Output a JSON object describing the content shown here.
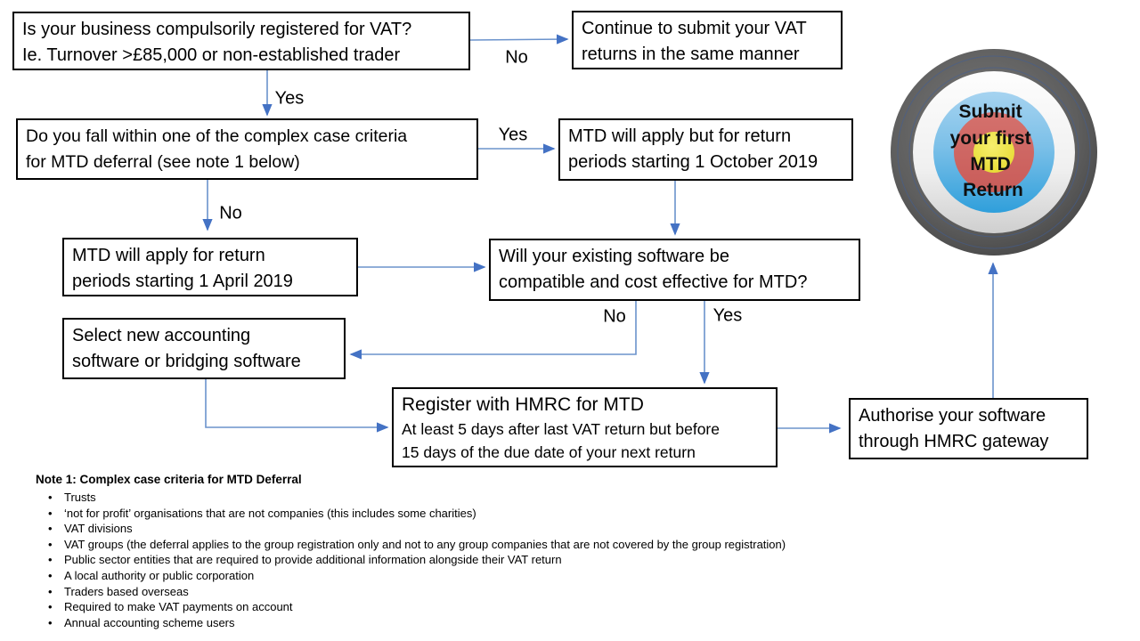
{
  "colors": {
    "line": "#6b93cc",
    "arrowhead": "#4472c4",
    "box_border": "#000000",
    "target_outer_gray": "#595959",
    "target_white_ring": "#ececec",
    "target_blue_top": "#a6d3f0",
    "target_blue_bottom": "#2f9fdb",
    "target_red": "#cd6160",
    "target_yellow": "#eee23f"
  },
  "boxes": {
    "q_vat": {
      "line1": "Is your business compulsorily registered for VAT?",
      "line2": "Ie. Turnover >£85,000 or non-established trader"
    },
    "continue_same": {
      "line1": "Continue to submit your VAT",
      "line2": "returns in the same manner"
    },
    "q_complex": {
      "line1": "Do you fall within one of the complex case criteria",
      "line2": "for MTD deferral (see note 1 below)"
    },
    "mtd_october": {
      "line1": "MTD will apply but for return",
      "line2": "periods starting 1 October 2019"
    },
    "mtd_april": {
      "line1": "MTD will apply for return",
      "line2": "periods starting 1 April 2019"
    },
    "q_software": {
      "line1": "Will your existing software be",
      "line2": "compatible and cost effective for MTD?"
    },
    "select_software": {
      "line1": "Select new accounting",
      "line2": "software or bridging software"
    },
    "register": {
      "line1": "Register with HMRC for MTD",
      "line2": "At least 5 days after last VAT return but before",
      "line3": "15 days of the due date of your next return"
    },
    "authorise": {
      "line1": "Authorise your software",
      "line2": "through HMRC gateway"
    }
  },
  "labels": {
    "no1": "No",
    "yes1": "Yes",
    "yes2": "Yes",
    "no2": "No",
    "no3": "No",
    "yes3": "Yes"
  },
  "target": {
    "line1": "Submit",
    "line2": "your first",
    "line3": "MTD",
    "line4": "Return"
  },
  "note": {
    "title": "Note 1: Complex case criteria for MTD Deferral",
    "items": [
      "Trusts",
      "‘not for profit’ organisations that are not companies (this includes some charities)",
      "VAT divisions",
      "VAT groups (the deferral applies to the group registration only and not to any group companies that are not covered by the group registration)",
      "Public sector entities that are required to provide additional information alongside their VAT return",
      "A local authority or public corporation",
      "Traders based overseas",
      "Required to make VAT payments on account",
      "Annual accounting scheme users"
    ]
  }
}
